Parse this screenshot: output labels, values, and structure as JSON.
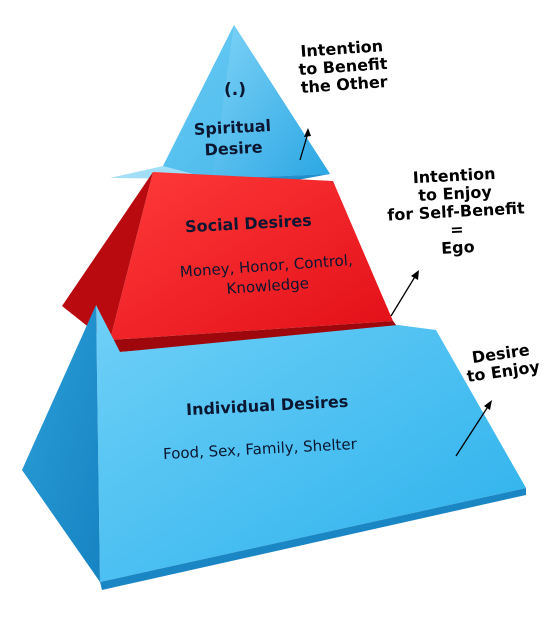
{
  "pyramid": {
    "top": {
      "symbol": "(.)",
      "title_line1": "Spiritual",
      "title_line2": "Desire",
      "color": "#3fb0ea"
    },
    "middle": {
      "title": "Social Desires",
      "items_line1": "Money, Honor, Control,",
      "items_line2": "Knowledge",
      "color": "#e8141c"
    },
    "bottom": {
      "title": "Individual Desires",
      "items": "Food, Sex, Family, Shelter",
      "color": "#38b6ee"
    }
  },
  "annotations": {
    "top": {
      "line1": "Intention",
      "line2": "to Benefit",
      "line3": "the Other"
    },
    "middle": {
      "line1": "Intention",
      "line2": "to Enjoy",
      "line3": "for Self-Benefit",
      "line4": "=",
      "line5": "Ego"
    },
    "bottom": {
      "line1": "Desire",
      "line2": "to Enjoy"
    }
  }
}
